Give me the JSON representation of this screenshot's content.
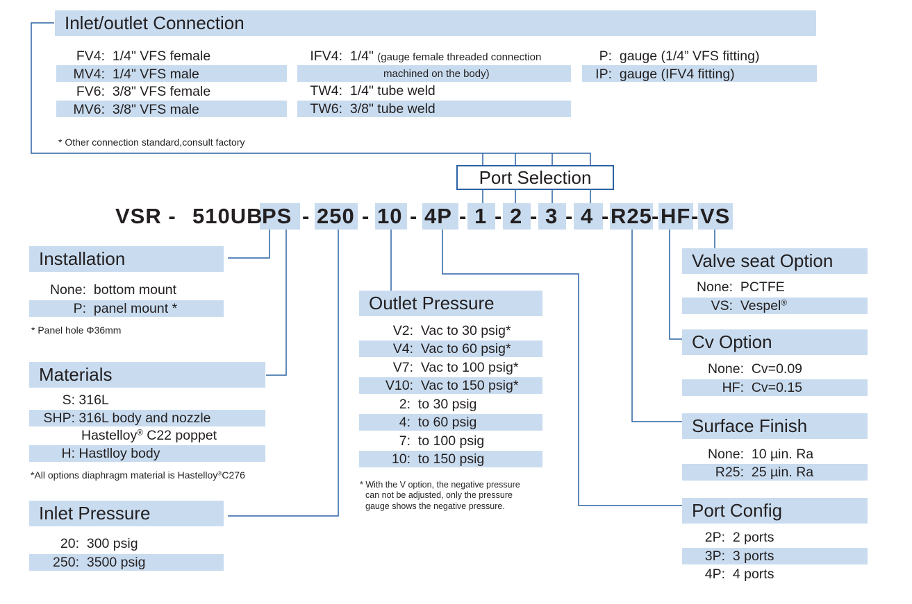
{
  "inlet_outlet": {
    "header": "Inlet/outlet Connection",
    "col1": [
      {
        "code": "FV4:",
        "desc": "1/4\" VFS  female"
      },
      {
        "code": "MV4:",
        "desc": "1/4\" VFS  male"
      },
      {
        "code": "FV6:",
        "desc": "3/8\" VFS  female"
      },
      {
        "code": "MV6:",
        "desc": "3/8\" VFS  male"
      }
    ],
    "col2": [
      {
        "code": "IFV4:",
        "desc": "1/4\"",
        "desc_small": "(gauge female threaded connection",
        "desc_small2": "machined on the body)"
      },
      {
        "code": "TW4:",
        "desc": "1/4\" tube weld"
      },
      {
        "code": "TW6:",
        "desc": "3/8\" tube weld"
      }
    ],
    "col3": [
      {
        "code": "P:",
        "desc": "gauge (1/4” VFS fitting)"
      },
      {
        "code": "IP:",
        "desc": "gauge (IFV4 fitting)"
      }
    ],
    "note": "* Other connection standard,consult factory"
  },
  "port_selection": {
    "label": "Port Selection"
  },
  "part_code": {
    "prefix": "VSR  -",
    "model": "510UB",
    "seg_ps": "PS",
    "seg_250": "250",
    "seg_10": "10",
    "seg_4p": "4P",
    "seg_1": "1",
    "seg_2": "2",
    "seg_3": "3",
    "seg_4": "4",
    "seg_r25": "R25",
    "seg_hf": "HF",
    "seg_vs": "VS",
    "dash": "-"
  },
  "installation": {
    "header": "Installation",
    "rows": [
      {
        "code": "None:",
        "desc": "bottom mount"
      },
      {
        "code": "P:",
        "desc": "panel mount *"
      }
    ],
    "note": "* Panel hole Φ36mm"
  },
  "materials": {
    "header": "Materials",
    "rows": [
      {
        "code": "S:",
        "desc": "316L"
      },
      {
        "code": "SHP:",
        "desc": "316L body and nozzle"
      },
      {
        "code": "",
        "desc": "Hastelloy",
        "sup": "®",
        "desc_after": " C22 poppet"
      },
      {
        "code": "H:",
        "desc": "Hastlloy body"
      }
    ],
    "note": "*All options diaphragm material is Hastelloy",
    "note_sup": "®",
    "note_after": "C276"
  },
  "inlet_pressure": {
    "header": "Inlet Pressure",
    "rows": [
      {
        "code": "20:",
        "desc": "300 psig"
      },
      {
        "code": "250:",
        "desc": "3500 psig"
      }
    ]
  },
  "outlet_pressure": {
    "header": "Outlet Pressure",
    "rows": [
      {
        "code": "V2:",
        "desc": "Vac to 30 psig*"
      },
      {
        "code": "V4:",
        "desc": "Vac to 60 psig*"
      },
      {
        "code": "V7:",
        "desc": "Vac to 100 psig*"
      },
      {
        "code": "V10:",
        "desc": "Vac to 150 psig*"
      },
      {
        "code": "2:",
        "desc": "to 30 psig"
      },
      {
        "code": "4:",
        "desc": "to 60 psig"
      },
      {
        "code": "7:",
        "desc": "to 100 psig"
      },
      {
        "code": "10:",
        "desc": "to 150 psig"
      }
    ],
    "note1": "* With the V option, the negative pressure",
    "note2": "can not be adjusted, only the pressure",
    "note3": "gauge shows the negative pressure."
  },
  "valve_seat": {
    "header": "Valve seat Option",
    "rows": [
      {
        "code": "None:",
        "desc": "PCTFE"
      },
      {
        "code": "VS:",
        "desc": "Vespel",
        "sup": "®"
      }
    ]
  },
  "cv_option": {
    "header": "Cv Option",
    "rows": [
      {
        "code": "None:",
        "desc": "Cv=0.09"
      },
      {
        "code": "HF:",
        "desc": "Cv=0.15"
      }
    ]
  },
  "surface_finish": {
    "header": "Surface Finish",
    "rows": [
      {
        "code": "None:",
        "desc": "10 µin. Ra"
      },
      {
        "code": "R25:",
        "desc": "25 µin. Ra"
      }
    ]
  },
  "port_config": {
    "header": "Port Config",
    "rows": [
      {
        "code": "2P:",
        "desc": "2 ports"
      },
      {
        "code": "3P:",
        "desc": "3 ports"
      },
      {
        "code": "4P:",
        "desc": "4 ports"
      }
    ]
  },
  "colors": {
    "band": "#c9dcef",
    "line": "#2a62a4",
    "text": "#231f20"
  }
}
